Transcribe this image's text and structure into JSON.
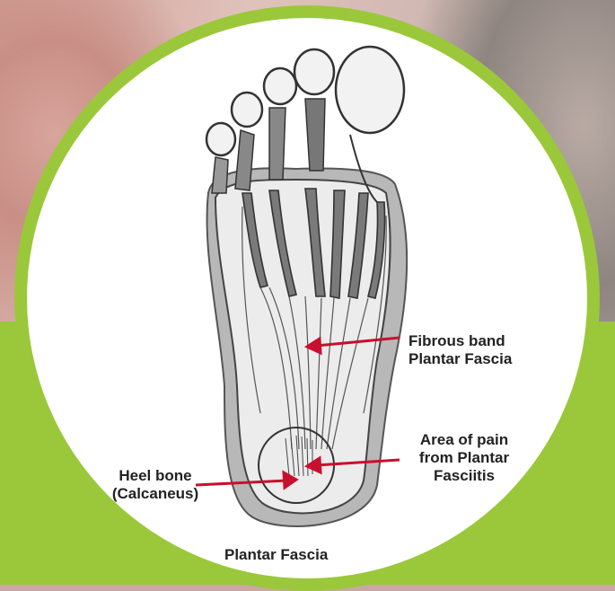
{
  "labels": {
    "fibrous_band": "Fibrous band\nPlantar Fascia",
    "area_of_pain": "Area of pain\nfrom Plantar\nFasciitis",
    "heel_bone": "Heel bone\n(Calcaneus)",
    "caption": "Plantar Fascia"
  },
  "colors": {
    "frame_green": "#9ac83a",
    "arrow_red": "#c8102e"
  }
}
